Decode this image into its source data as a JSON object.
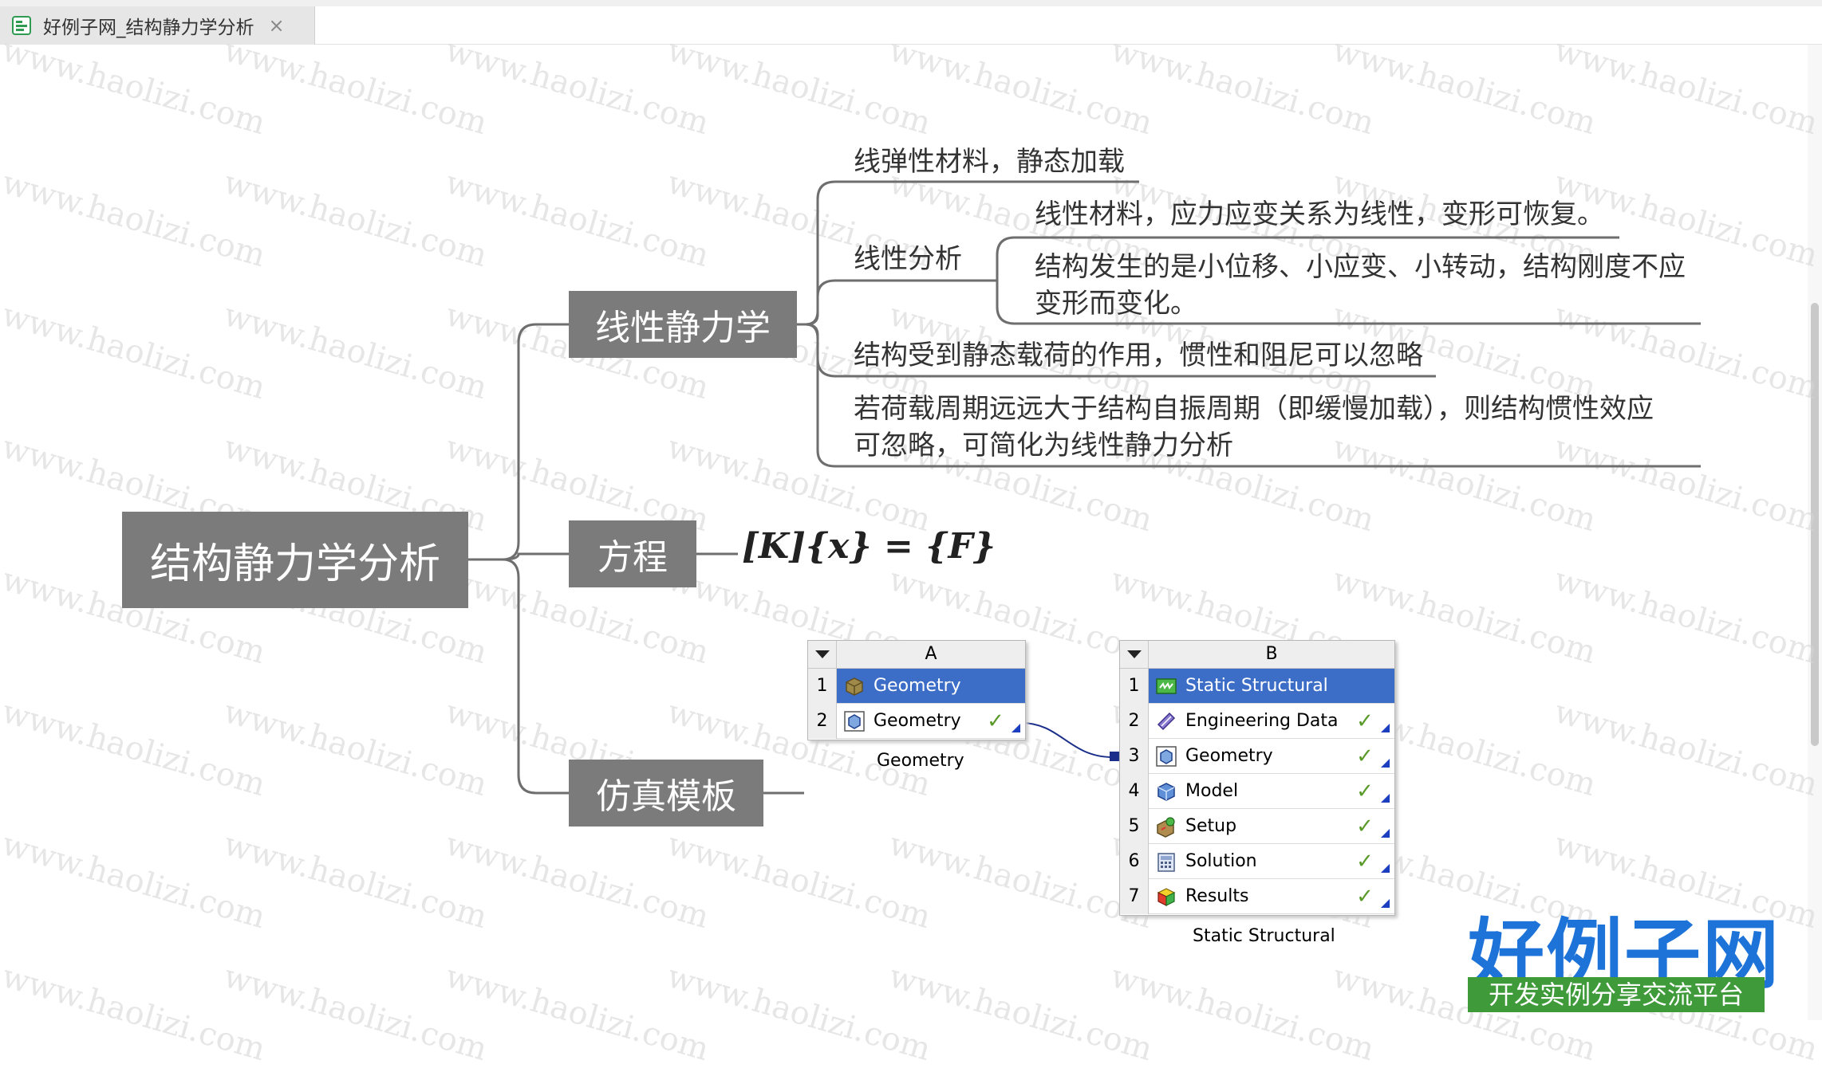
{
  "tab": {
    "title": "好例子网_结构静力学分析",
    "close": "×"
  },
  "watermark": "www.haolizi.com",
  "mindmap": {
    "root": "结构静力学分析",
    "branches": [
      {
        "label": "线性静力学"
      },
      {
        "label": "方程"
      },
      {
        "label": "仿真模板"
      }
    ],
    "linear_items": {
      "item1": "线弹性材料，静态加载",
      "item2": "线性分析",
      "item2_sub1": "线性材料，应力应变关系为线性，变形可恢复。",
      "item2_sub2_line1": "结构发生的是小位移、小应变、小转动，结构刚度不应",
      "item2_sub2_line2": "变形而变化。",
      "item3": "结构受到静态载荷的作用，惯性和阻尼可以忽略",
      "item4_line1": "若荷载周期远远大于结构自振周期（即缓慢加载），则结构惯性效应",
      "item4_line2": "可忽略，可简化为线性静力分析"
    },
    "equation": "[K]{x} = {F}"
  },
  "ansys": {
    "blockA": {
      "column": "A",
      "caption": "Geometry",
      "rows": [
        {
          "n": "1",
          "label": "Geometry",
          "icon": "geometry-box-icon",
          "check": ""
        },
        {
          "n": "2",
          "label": "Geometry",
          "icon": "geometry-cube-icon",
          "check": "✓"
        }
      ]
    },
    "blockB": {
      "column": "B",
      "caption": "Static Structural",
      "rows": [
        {
          "n": "1",
          "label": "Static Structural",
          "icon": "static-structural-icon",
          "check": ""
        },
        {
          "n": "2",
          "label": "Engineering Data",
          "icon": "engineering-data-icon",
          "check": "✓"
        },
        {
          "n": "3",
          "label": "Geometry",
          "icon": "geometry-cube-icon",
          "check": "✓"
        },
        {
          "n": "4",
          "label": "Model",
          "icon": "model-icon",
          "check": "✓"
        },
        {
          "n": "5",
          "label": "Setup",
          "icon": "setup-icon",
          "check": "✓"
        },
        {
          "n": "6",
          "label": "Solution",
          "icon": "solution-icon",
          "check": "✓"
        },
        {
          "n": "7",
          "label": "Results",
          "icon": "results-icon",
          "check": "✓"
        }
      ]
    }
  },
  "logo": {
    "main": "好例子网",
    "sub": "开发实例分享交流平台"
  },
  "colors": {
    "node": "#7b7b7b",
    "selection": "#3d6ec7",
    "logo_blue": "#1e73d9",
    "logo_green": "#3f9a3a"
  }
}
